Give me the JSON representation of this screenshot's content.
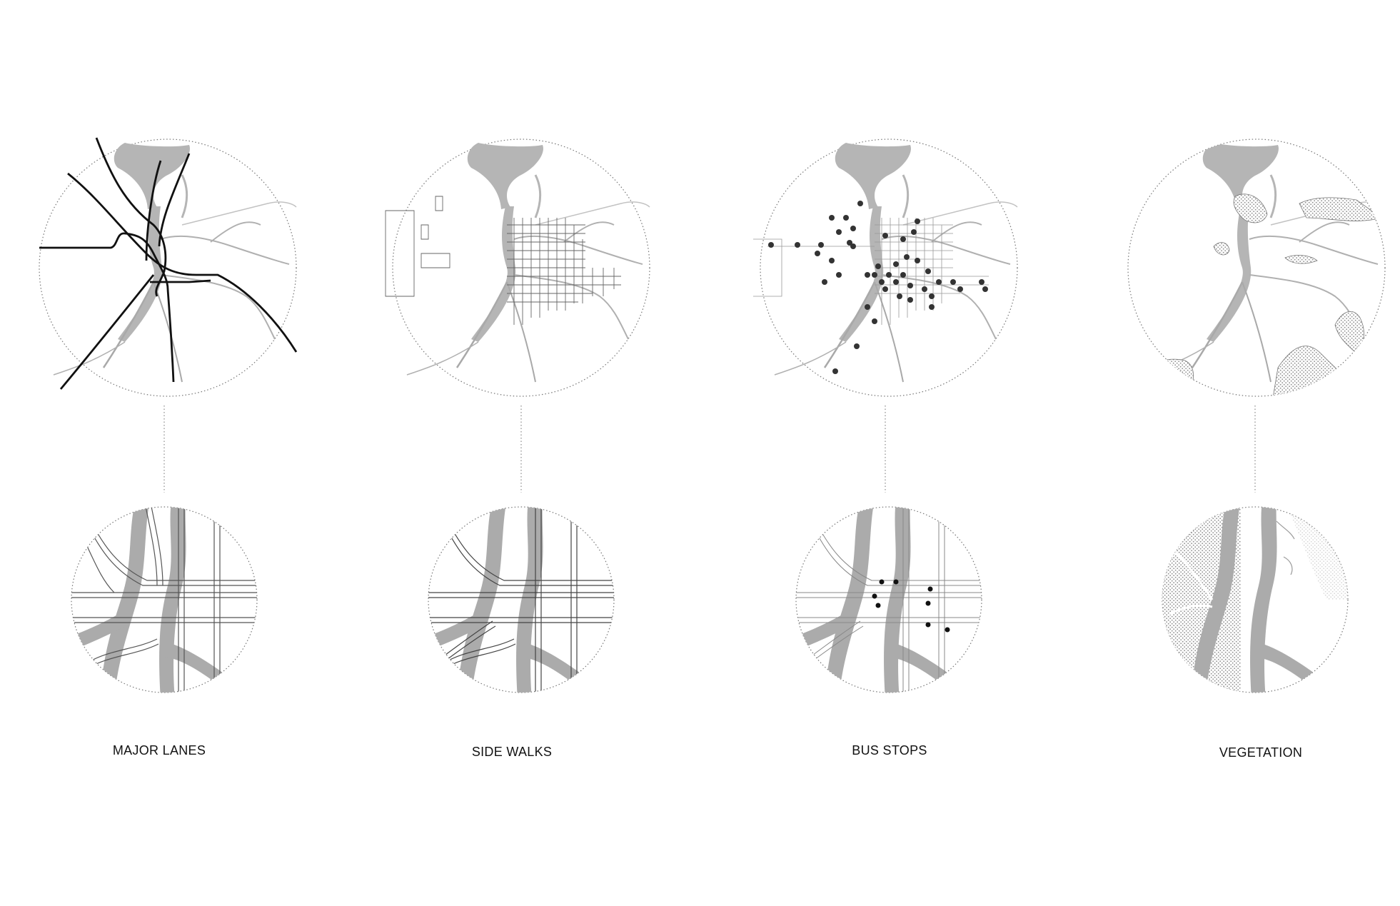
{
  "panels": [
    {
      "id": "major-lanes",
      "label": "MAJOR LANES"
    },
    {
      "id": "side-walks",
      "label": "SIDE WALKS"
    },
    {
      "id": "bus-stops",
      "label": "BUS STOPS"
    },
    {
      "id": "vegetation",
      "label": "VEGETATION"
    }
  ],
  "colors": {
    "background": "#ffffff",
    "water": "#b5b5b5",
    "road_grey": "#a9a9a9",
    "highlight": "#111111",
    "circle_outline": "#777777",
    "stipple": "#8f8f8f"
  }
}
